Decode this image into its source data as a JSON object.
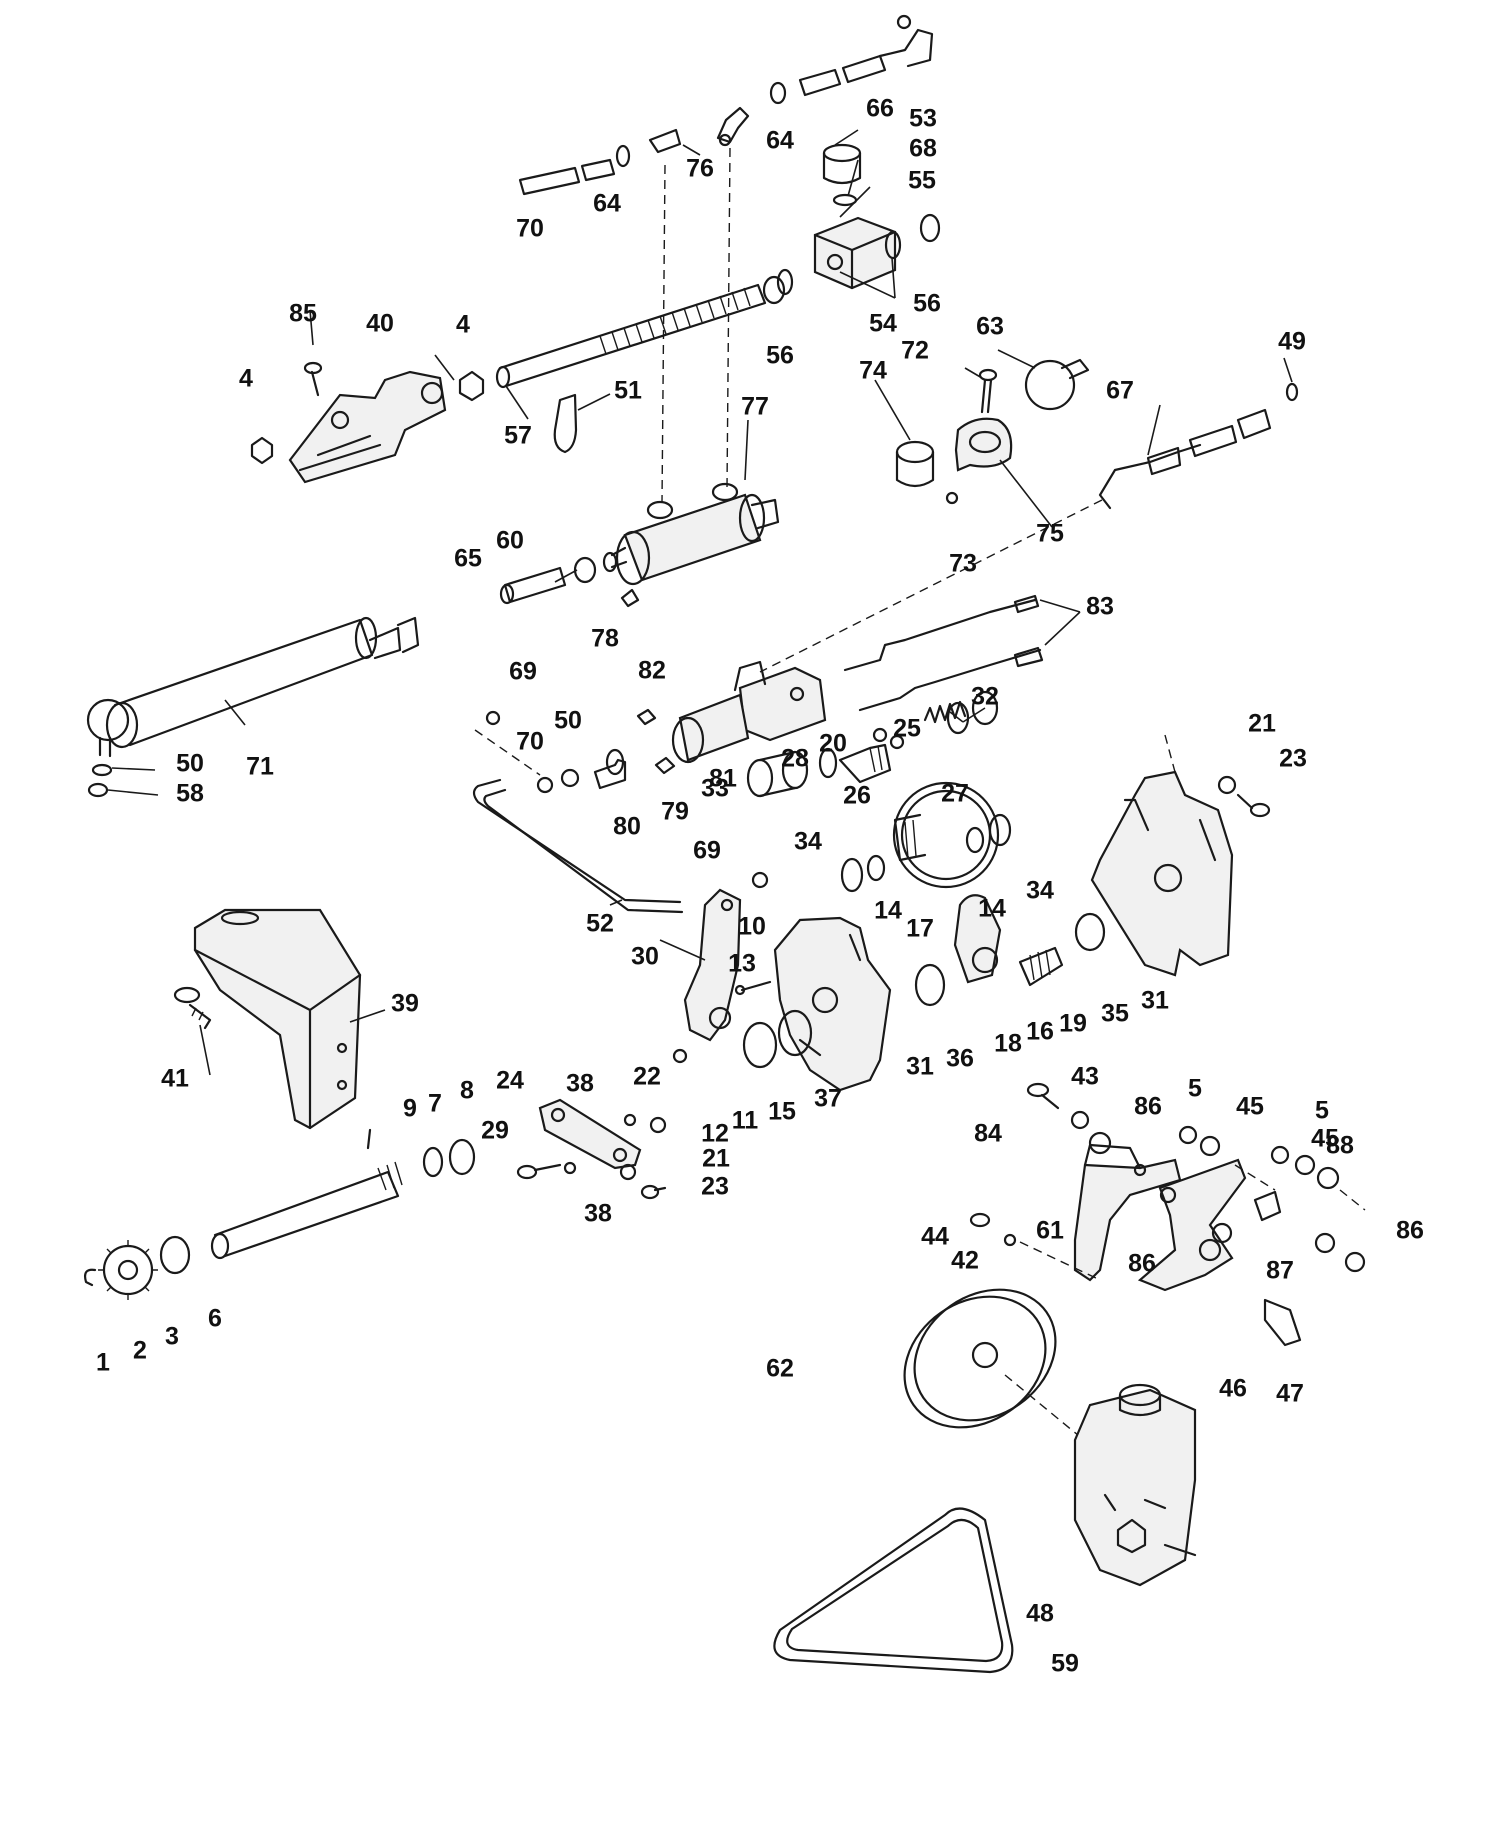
{
  "callouts": [
    "1",
    "2",
    "3",
    "4",
    "5",
    "6",
    "7",
    "8",
    "9",
    "10",
    "11",
    "12",
    "13",
    "14",
    "15",
    "16",
    "17",
    "18",
    "19",
    "20",
    "21",
    "22",
    "23",
    "24",
    "25",
    "26",
    "27",
    "28",
    "29",
    "30",
    "31",
    "32",
    "33",
    "34",
    "35",
    "36",
    "37",
    "38",
    "39",
    "40",
    "41",
    "42",
    "43",
    "44",
    "45",
    "46",
    "47",
    "48",
    "49",
    "50",
    "51",
    "52",
    "53",
    "54",
    "55",
    "56",
    "57",
    "58",
    "59",
    "60",
    "61",
    "62",
    "63",
    "64",
    "65",
    "66",
    "67",
    "68",
    "69",
    "70",
    "71",
    "72",
    "73",
    "74",
    "75",
    "76",
    "77",
    "78",
    "79",
    "80",
    "81",
    "82",
    "83",
    "84",
    "85",
    "86",
    "87",
    "88"
  ],
  "colors": {
    "ink": "#1a1a1a",
    "paper": "#ffffff"
  }
}
